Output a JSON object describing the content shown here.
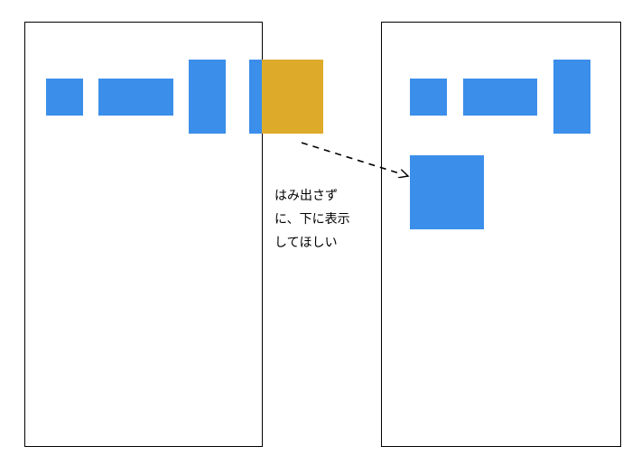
{
  "diagram": {
    "annotation_lines": [
      "はみ出さず",
      "に、下に表示",
      "してほしい"
    ],
    "colors": {
      "item_fill": "#3b8eea",
      "overflow_item_fill": "#deaa2a",
      "panel_border": "#000000",
      "arrow": "#000000",
      "background": "#ffffff"
    },
    "arrow_style": "dashed",
    "before_panel": {
      "item_count": 4,
      "overflowing_item_color": "orange"
    },
    "after_panel": {
      "item_count": 4,
      "wrapped_item_color": "blue"
    }
  }
}
